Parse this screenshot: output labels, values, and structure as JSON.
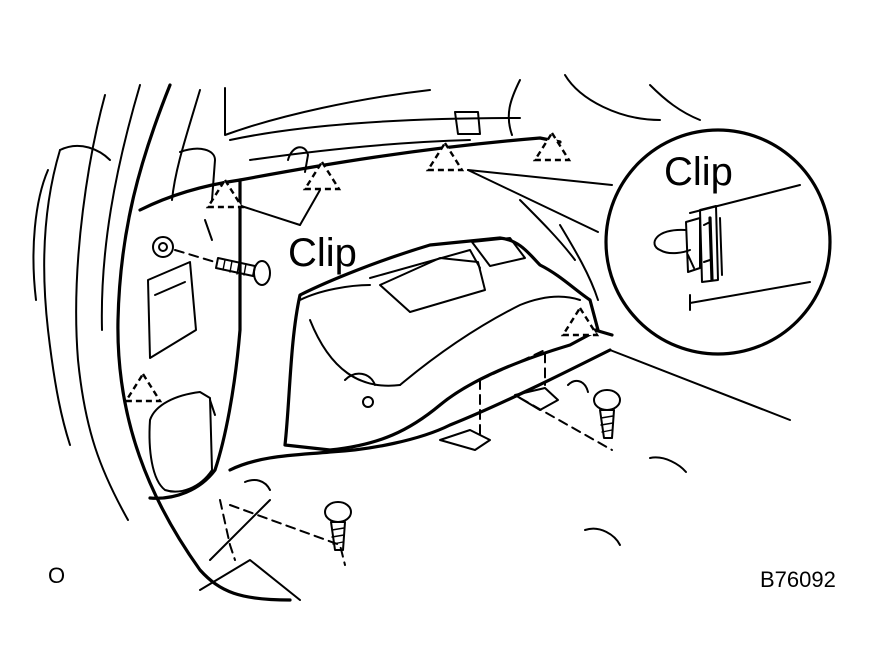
{
  "labels": {
    "clip_main": "Clip",
    "clip_detail": "Clip",
    "figure_code": "B76092",
    "corner_mark": "O"
  },
  "icons": {
    "clip_marker": "dashed-triangle-icon",
    "bolt": "bolt-icon"
  },
  "colors": {
    "line": "#000000",
    "background": "#ffffff"
  }
}
